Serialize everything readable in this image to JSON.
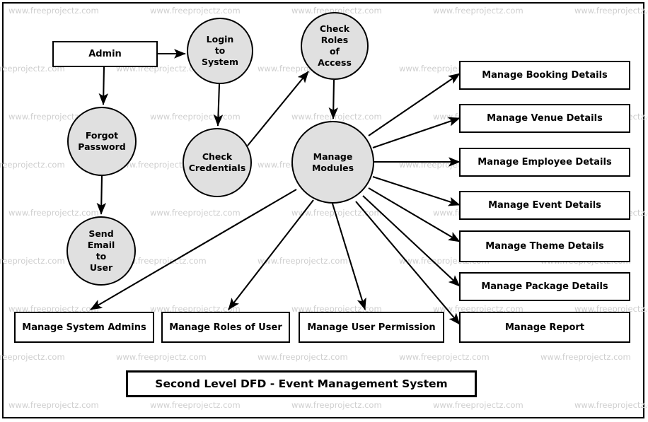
{
  "diagram": {
    "title": "Second Level DFD - Event Management System",
    "watermark_text": "www.freeprojectz.com",
    "colors": {
      "process_fill": "#e0e0e0",
      "entity_fill": "#ffffff",
      "stroke": "#000000",
      "watermark": "#cfcfcf",
      "background": "#ffffff"
    }
  },
  "entities": {
    "admin": "Admin"
  },
  "processes": {
    "login_to_system": "Login\nto\nSystem",
    "check_roles_of_access": "Check\nRoles\nof\nAccess",
    "forgot_password": "Forgot\nPassword",
    "check_credentials": "Check\nCredentials",
    "send_email_to_user": "Send\nEmail\nto\nUser",
    "manage_modules": "Manage\nModules"
  },
  "process_labels": {
    "login_to_system": [
      "Login",
      "to",
      "System"
    ],
    "check_roles_of_access": [
      "Check",
      "Roles",
      "of",
      "Access"
    ],
    "forgot_password": [
      "Forgot",
      "Password"
    ],
    "check_credentials": [
      "Check",
      "Credentials"
    ],
    "send_email_to_user": [
      "Send",
      "Email",
      "to",
      "User"
    ],
    "manage_modules": [
      "Manage",
      "Modules"
    ]
  },
  "right_modules": [
    {
      "label": "Manage Booking Details"
    },
    {
      "label": "Manage Venue Details"
    },
    {
      "label": "Manage Employee Details"
    },
    {
      "label": "Manage Event Details"
    },
    {
      "label": "Manage Theme Details"
    },
    {
      "label": "Manage Package Details"
    },
    {
      "label": "Manage Report"
    }
  ],
  "bottom_modules": [
    {
      "label": "Manage System Admins"
    },
    {
      "label": "Manage Roles of User"
    },
    {
      "label": "Manage User Permission"
    }
  ],
  "flows": [
    {
      "from": "Admin",
      "to": "Login to System"
    },
    {
      "from": "Admin",
      "to": "Forgot Password"
    },
    {
      "from": "Login to System",
      "to": "Check Credentials"
    },
    {
      "from": "Forgot Password",
      "to": "Send Email to User"
    },
    {
      "from": "Check Credentials",
      "to": "Check Roles of Access"
    },
    {
      "from": "Check Roles of Access",
      "to": "Manage Modules"
    },
    {
      "from": "Manage Modules",
      "to": "Manage Booking Details"
    },
    {
      "from": "Manage Modules",
      "to": "Manage Venue Details"
    },
    {
      "from": "Manage Modules",
      "to": "Manage Employee Details"
    },
    {
      "from": "Manage Modules",
      "to": "Manage Event Details"
    },
    {
      "from": "Manage Modules",
      "to": "Manage Theme Details"
    },
    {
      "from": "Manage Modules",
      "to": "Manage Package Details"
    },
    {
      "from": "Manage Modules",
      "to": "Manage Report"
    },
    {
      "from": "Manage Modules",
      "to": "Manage System Admins"
    },
    {
      "from": "Manage Modules",
      "to": "Manage Roles of User"
    },
    {
      "from": "Manage Modules",
      "to": "Manage User Permission"
    }
  ]
}
